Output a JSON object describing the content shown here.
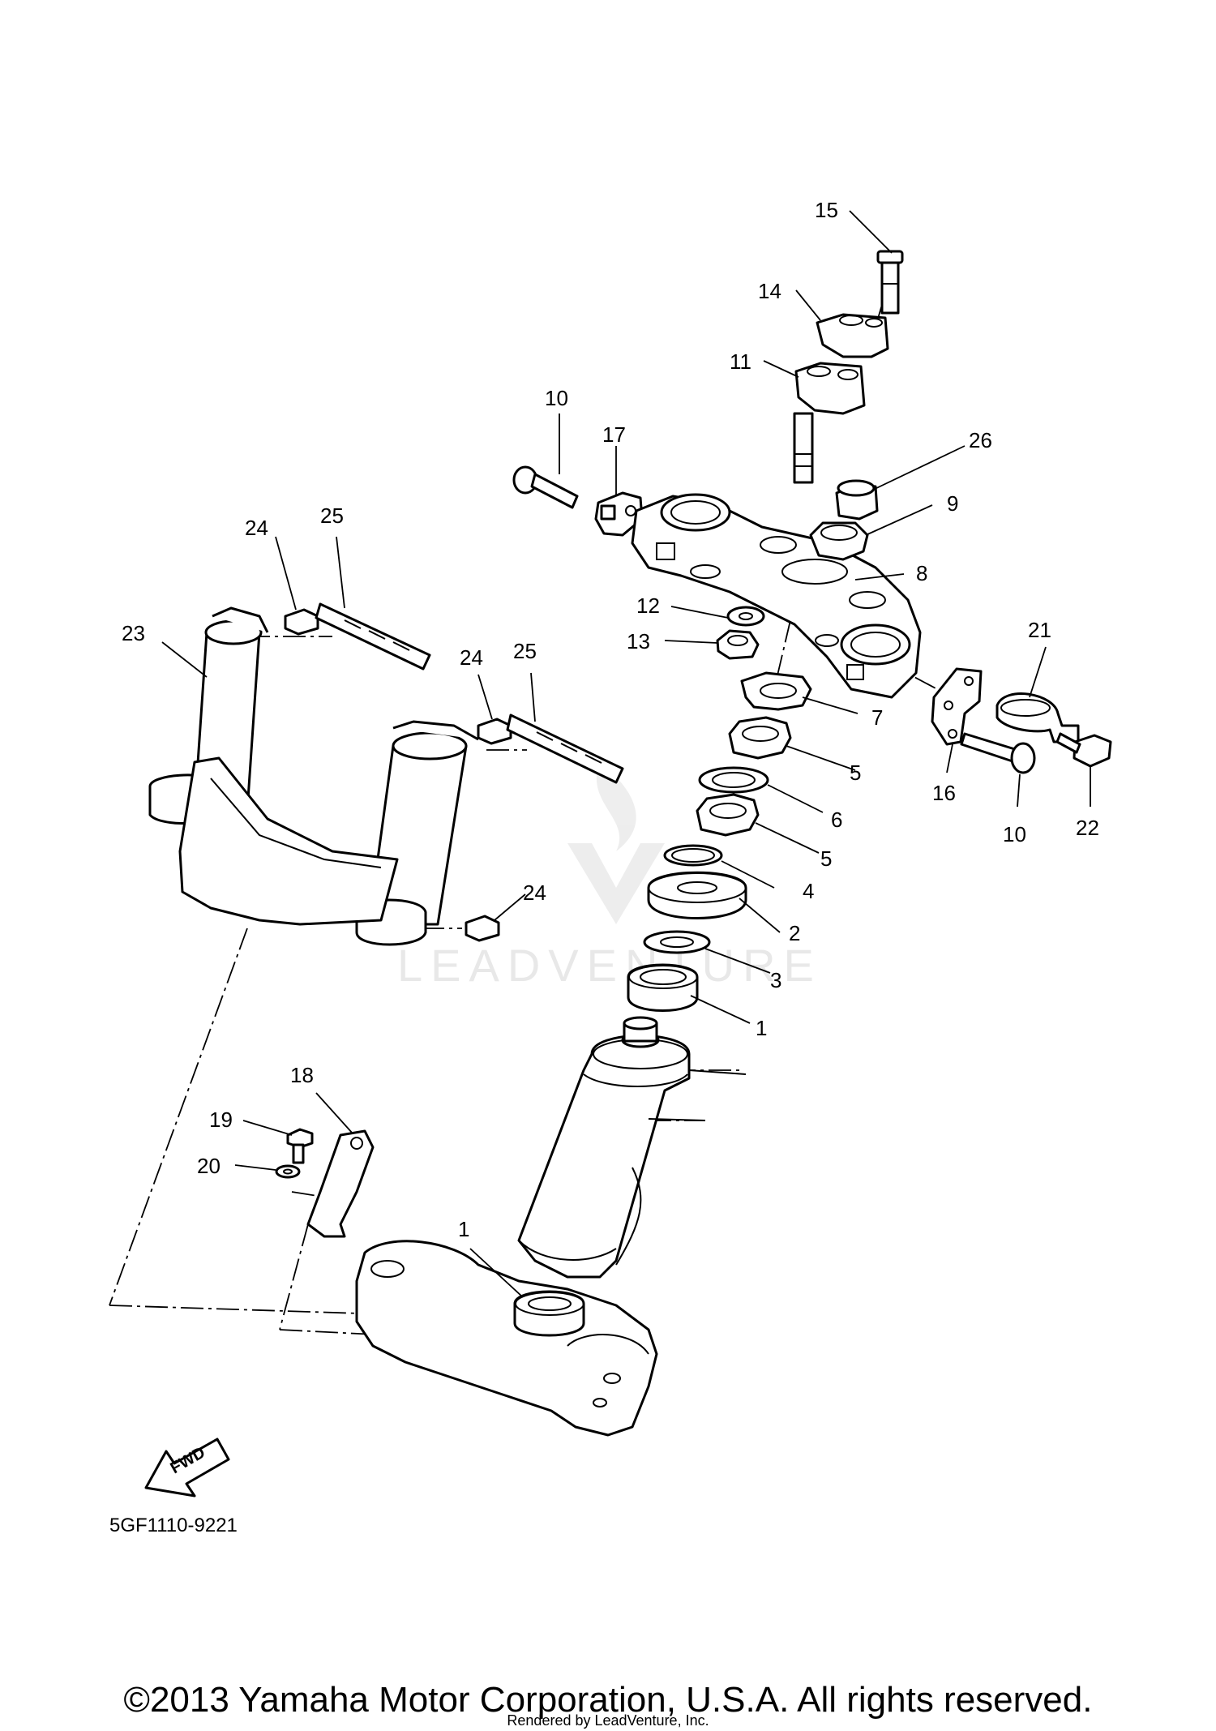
{
  "diagram": {
    "code": "5GF1110-9221",
    "copyright": "©2013 Yamaha Motor Corporation, U.S.A. All rights reserved.",
    "rendered_by": "Rendered by LeadVenture, Inc.",
    "watermark": "LEADVENTURE",
    "fwd_label": "FWD"
  },
  "callouts": [
    {
      "id": "c15",
      "text": "15"
    },
    {
      "id": "c14",
      "text": "14"
    },
    {
      "id": "c11",
      "text": "11"
    },
    {
      "id": "c10a",
      "text": "10"
    },
    {
      "id": "c17",
      "text": "17"
    },
    {
      "id": "c26",
      "text": "26"
    },
    {
      "id": "c9",
      "text": "9"
    },
    {
      "id": "c8",
      "text": "8"
    },
    {
      "id": "c12",
      "text": "12"
    },
    {
      "id": "c13",
      "text": "13"
    },
    {
      "id": "c21",
      "text": "21"
    },
    {
      "id": "c7",
      "text": "7"
    },
    {
      "id": "c5a",
      "text": "5"
    },
    {
      "id": "c16",
      "text": "16"
    },
    {
      "id": "c10b",
      "text": "10"
    },
    {
      "id": "c22",
      "text": "22"
    },
    {
      "id": "c6",
      "text": "6"
    },
    {
      "id": "c5b",
      "text": "5"
    },
    {
      "id": "c4",
      "text": "4"
    },
    {
      "id": "c2",
      "text": "2"
    },
    {
      "id": "c3",
      "text": "3"
    },
    {
      "id": "c1a",
      "text": "1"
    },
    {
      "id": "c24a",
      "text": "24"
    },
    {
      "id": "c25a",
      "text": "25"
    },
    {
      "id": "c23",
      "text": "23"
    },
    {
      "id": "c24b",
      "text": "24"
    },
    {
      "id": "c25b",
      "text": "25"
    },
    {
      "id": "c24c",
      "text": "24"
    },
    {
      "id": "c18",
      "text": "18"
    },
    {
      "id": "c19",
      "text": "19"
    },
    {
      "id": "c20",
      "text": "20"
    },
    {
      "id": "c1b",
      "text": "1"
    }
  ]
}
